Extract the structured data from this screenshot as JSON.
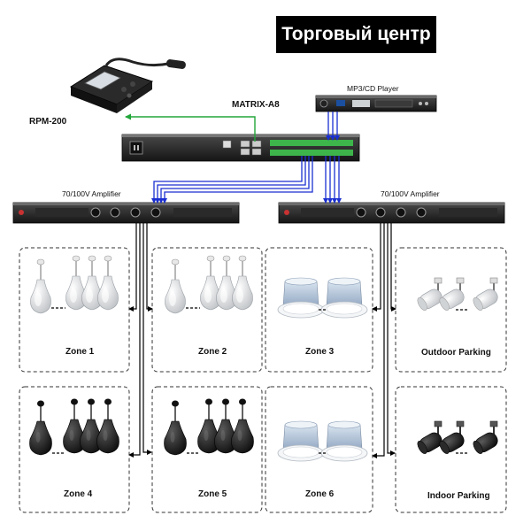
{
  "header": {
    "title": "Торговый центр"
  },
  "devices": {
    "mic": "RPM-200",
    "matrix": "MATRIX-A8",
    "player": "MP3/CD Player",
    "amp_left": "70/100V Amplifier",
    "amp_right": "70/100V Amplifier"
  },
  "zones": [
    {
      "label": "Zone 1",
      "speaker": "pendant-speaker-white-icon"
    },
    {
      "label": "Zone 2",
      "speaker": "pendant-speaker-white-icon"
    },
    {
      "label": "Zone 3",
      "speaker": "ceiling-speaker-icon"
    },
    {
      "label": "Outdoor Parking",
      "speaker": "projector-speaker-white-icon"
    },
    {
      "label": "Zone 4",
      "speaker": "pendant-speaker-black-icon"
    },
    {
      "label": "Zone 5",
      "speaker": "pendant-speaker-black-icon"
    },
    {
      "label": "Zone 6",
      "speaker": "ceiling-speaker-icon"
    },
    {
      "label": "Indoor Parking",
      "speaker": "projector-speaker-black-icon"
    }
  ],
  "colors": {
    "audio_line": "#1a2fd1",
    "control_line": "#22a63a",
    "speaker_line": "#000000"
  }
}
